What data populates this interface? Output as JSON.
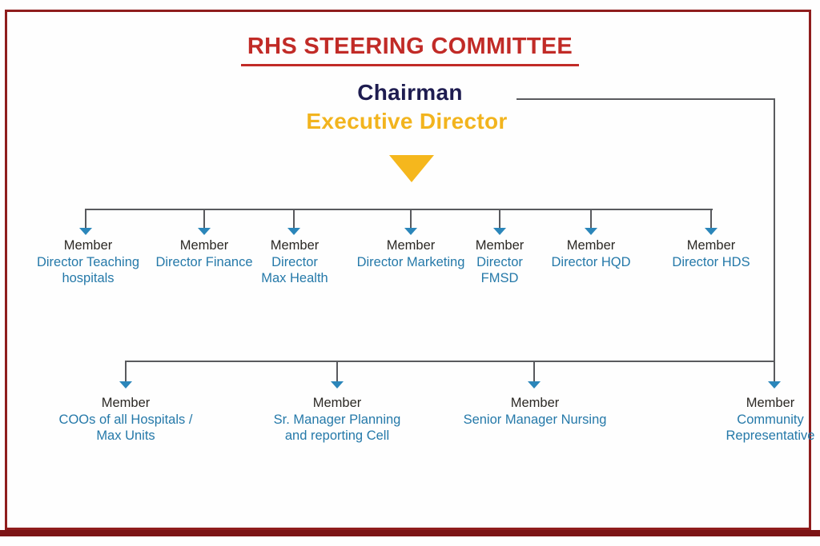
{
  "page": {
    "title": "RHS STEERING COMMITTEE"
  },
  "chairman": {
    "role": "Chairman",
    "position": "Executive Director"
  },
  "rows": [
    {
      "name": "director-members-row",
      "members": [
        {
          "label": "Member",
          "lines": [
            "Director Teaching",
            "hospitals"
          ]
        },
        {
          "label": "Member",
          "lines": [
            "Director Finance"
          ]
        },
        {
          "label": "Member",
          "lines": [
            "Director",
            "Max Health"
          ]
        },
        {
          "label": "Member",
          "lines": [
            "Director Marketing"
          ]
        },
        {
          "label": "Member",
          "lines": [
            "Director",
            "FMSD"
          ]
        },
        {
          "label": "Member",
          "lines": [
            "Director HQD"
          ]
        },
        {
          "label": "Member",
          "lines": [
            "Director HDS"
          ]
        }
      ]
    },
    {
      "name": "manager-members-row",
      "members": [
        {
          "label": "Member",
          "lines": [
            "COOs of all Hospitals /",
            "Max Units"
          ]
        },
        {
          "label": "Member",
          "lines": [
            "Sr. Manager Planning",
            "and reporting Cell"
          ]
        },
        {
          "label": "Member",
          "lines": [
            "Senior Manager Nursing"
          ]
        },
        {
          "label": "Member",
          "lines": [
            "Community",
            "Representative"
          ]
        }
      ]
    }
  ],
  "icons": {
    "chairman_pointer": "triangle-down-icon",
    "member_pointer": "triangle-down-icon"
  },
  "colors": {
    "title_red": "#c12b27",
    "frame_border": "#8f1d1d",
    "bottom_bar": "#7c1416",
    "chairman_navy": "#1e1c50",
    "gold": "#f5b71d",
    "connector_gray": "#595a5e",
    "arrow_blue": "#2b86ba",
    "member_text": "#2b2824",
    "role_teal": "#2579a9"
  }
}
